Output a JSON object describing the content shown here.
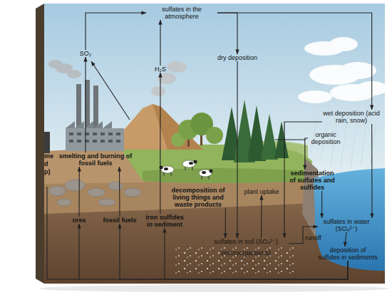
{
  "diagram": {
    "nodes": [
      {
        "text": [
          "sulfates in the atmosphere"
        ]
      },
      {
        "text": [
          "SO₂"
        ]
      },
      {
        "text": [
          "H₂S"
        ]
      },
      {
        "text": [
          "dry deposition"
        ]
      },
      {
        "text": [
          "wet deposition (acid rain, snow)"
        ]
      },
      {
        "text": [
          "organic deposition"
        ]
      },
      {
        "text": [
          "smelting and burning of fossil fuels"
        ]
      },
      {
        "text": [
          "decomposition of living things and waste products"
        ]
      },
      {
        "text": [
          "plant uptake"
        ]
      },
      {
        "text": [
          "sedimentation of sulfates and sulfides"
        ]
      },
      {
        "text": [
          "sulfates in water (SO₄²⁻)"
        ]
      },
      {
        "text": [
          "ores"
        ]
      },
      {
        "text": [
          "fossil fuels"
        ]
      },
      {
        "text": [
          "iron sulfides in sediment"
        ]
      },
      {
        "text": [
          "sulfates in soil (SO₄²⁻)",
          "(microorganisms)"
        ]
      },
      {
        "text": [
          "deposition of sulfides in sediments"
        ]
      }
    ],
    "edges": [
      {
        "from": 6,
        "to": 1,
        "arrow": "to"
      },
      {
        "from": 1,
        "to": 0,
        "arrow": "to"
      },
      {
        "from": 2,
        "to": 0,
        "arrow": "to"
      },
      {
        "from": 0,
        "to": 3,
        "arrow": "to"
      },
      {
        "from": 0,
        "to": 4,
        "arrow": "to"
      },
      {
        "from": 3,
        "to": 14,
        "arrow": "to"
      },
      {
        "from": 4,
        "to": 14,
        "arrow": "to"
      },
      {
        "from": 4,
        "to": 10,
        "arrow": "to"
      },
      {
        "from": 5,
        "to": 9,
        "arrow": "to"
      },
      {
        "from": 9,
        "to": 10,
        "arrow": "to"
      },
      {
        "from": 14,
        "to": 10,
        "label": "runoff",
        "arrow": "to"
      },
      {
        "from": 14,
        "to": 8,
        "arrow": "to"
      },
      {
        "from": 7,
        "to": 14,
        "arrow": "to"
      },
      {
        "from": 10,
        "to": 15,
        "arrow": "to"
      },
      {
        "from": 15,
        "to": 11,
        "arrow": "to"
      },
      {
        "from": 15,
        "to": 12,
        "arrow": "to"
      },
      {
        "from": 15,
        "to": 13,
        "arrow": "to"
      },
      {
        "from": 11,
        "to": 6,
        "arrow": "to"
      },
      {
        "from": 12,
        "to": 6,
        "arrow": "to"
      },
      {
        "from": 13,
        "to": 2,
        "arrow": "to"
      }
    ],
    "labels": [
      "me",
      "d",
      "p)"
    ]
  }
}
